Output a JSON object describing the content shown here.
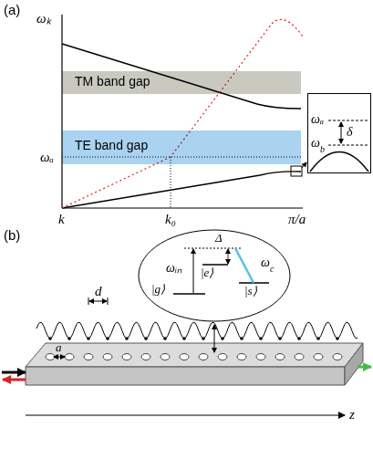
{
  "diagram": {
    "nodes": [
      {
        "text": [
          "TM band gap"
        ]
      },
      {
        "text": [
          "TE band gap"
        ]
      },
      {
        "text": [
          "ωₐ",
          "ω",
          "b",
          "δ"
        ]
      },
      {
        "text": [
          "|e⟩",
          "|g⟩",
          "|s⟩",
          "ωᵢₙ",
          "ω",
          "c",
          "Δ"
        ]
      }
    ],
    "labels": [
      "(a)",
      "ωₖ",
      "k",
      "k₀",
      "π/a",
      "ωₐ",
      "(b)",
      "d",
      "a",
      "z"
    ]
  }
}
